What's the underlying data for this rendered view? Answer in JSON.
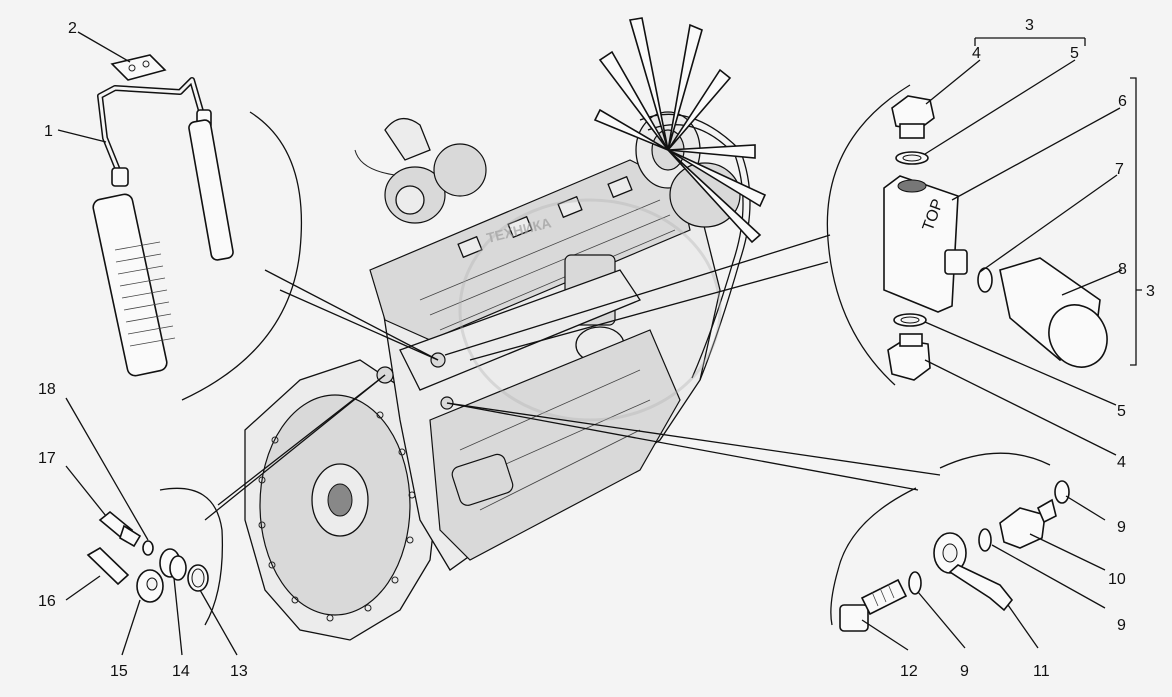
{
  "diagram": {
    "watermark": "ТЕХНИКА",
    "group_label": "3",
    "callouts": [
      {
        "id": "c1",
        "text": "1"
      },
      {
        "id": "c2",
        "text": "2"
      },
      {
        "id": "c3_top",
        "text": "3"
      },
      {
        "id": "c4_top",
        "text": "4"
      },
      {
        "id": "c5_top",
        "text": "5"
      },
      {
        "id": "c6",
        "text": "6"
      },
      {
        "id": "c7",
        "text": "7"
      },
      {
        "id": "c8",
        "text": "8"
      },
      {
        "id": "c3_side",
        "text": "3"
      },
      {
        "id": "c5_low",
        "text": "5"
      },
      {
        "id": "c4_low",
        "text": "4"
      },
      {
        "id": "c9_a",
        "text": "9"
      },
      {
        "id": "c10",
        "text": "10"
      },
      {
        "id": "c9_b",
        "text": "9"
      },
      {
        "id": "c11",
        "text": "11"
      },
      {
        "id": "c9_c",
        "text": "9"
      },
      {
        "id": "c12",
        "text": "12"
      },
      {
        "id": "c13",
        "text": "13"
      },
      {
        "id": "c14",
        "text": "14"
      },
      {
        "id": "c15",
        "text": "15"
      },
      {
        "id": "c16",
        "text": "16"
      },
      {
        "id": "c17",
        "text": "17"
      },
      {
        "id": "c18",
        "text": "18"
      }
    ],
    "tee_marking": "TOP"
  }
}
